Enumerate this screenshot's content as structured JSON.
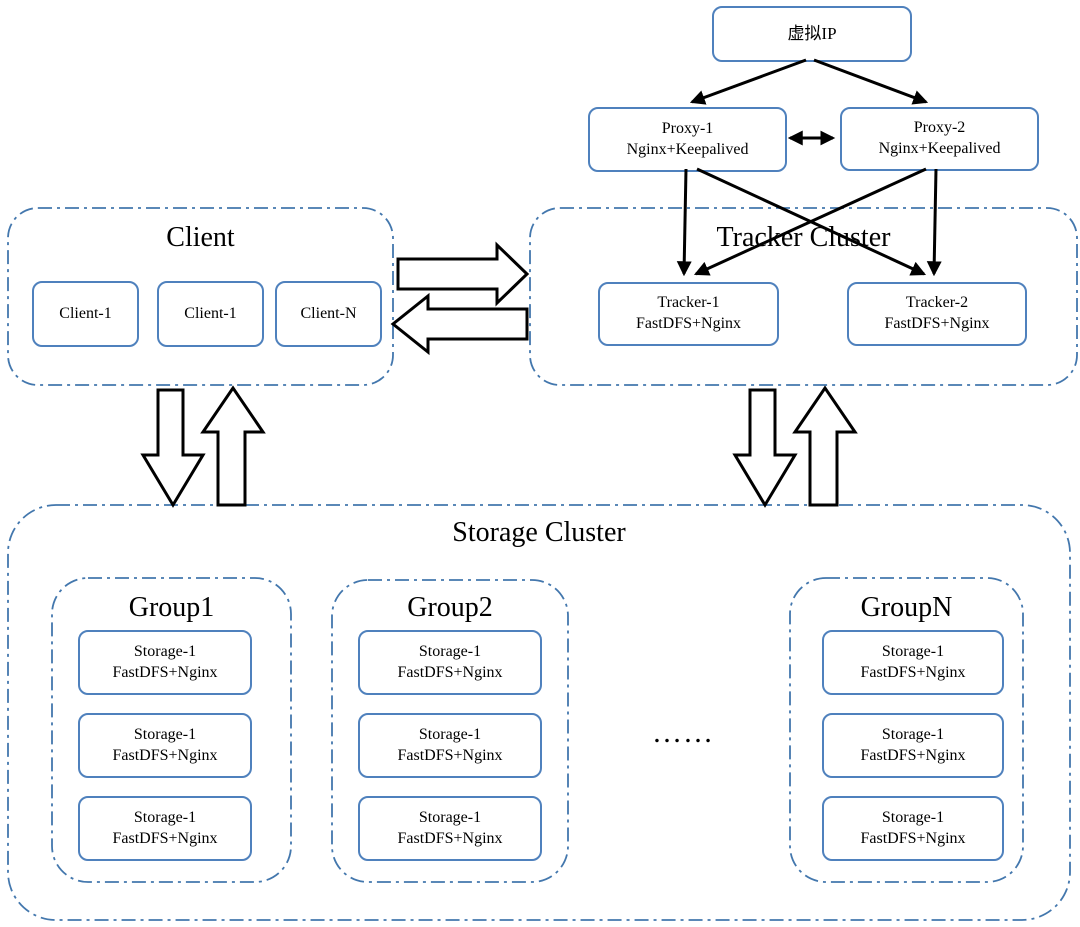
{
  "colors": {
    "node_border": "#4f81bd",
    "cluster_border": "#4377ad",
    "arrow": "#000000",
    "text": "#000000"
  },
  "vip": {
    "label": "虚拟IP"
  },
  "proxies": [
    {
      "name": "Proxy-1",
      "stack": "Nginx+Keepalived"
    },
    {
      "name": "Proxy-2",
      "stack": "Nginx+Keepalived"
    }
  ],
  "client_cluster": {
    "title": "Client",
    "nodes": [
      {
        "name": "Client-1"
      },
      {
        "name": "Client-1"
      },
      {
        "name": "Client-N"
      }
    ]
  },
  "tracker_cluster": {
    "title": "Tracker Cluster",
    "nodes": [
      {
        "name": "Tracker-1",
        "stack": "FastDFS+Nginx"
      },
      {
        "name": "Tracker-2",
        "stack": "FastDFS+Nginx"
      }
    ]
  },
  "storage_cluster": {
    "title": "Storage Cluster",
    "ellipsis": "……",
    "groups": [
      {
        "title": "Group1",
        "nodes": [
          {
            "name": "Storage-1",
            "stack": "FastDFS+Nginx"
          },
          {
            "name": "Storage-1",
            "stack": "FastDFS+Nginx"
          },
          {
            "name": "Storage-1",
            "stack": "FastDFS+Nginx"
          }
        ]
      },
      {
        "title": "Group2",
        "nodes": [
          {
            "name": "Storage-1",
            "stack": "FastDFS+Nginx"
          },
          {
            "name": "Storage-1",
            "stack": "FastDFS+Nginx"
          },
          {
            "name": "Storage-1",
            "stack": "FastDFS+Nginx"
          }
        ]
      },
      {
        "title": "GroupN",
        "nodes": [
          {
            "name": "Storage-1",
            "stack": "FastDFS+Nginx"
          },
          {
            "name": "Storage-1",
            "stack": "FastDFS+Nginx"
          },
          {
            "name": "Storage-1",
            "stack": "FastDFS+Nginx"
          }
        ]
      }
    ]
  }
}
